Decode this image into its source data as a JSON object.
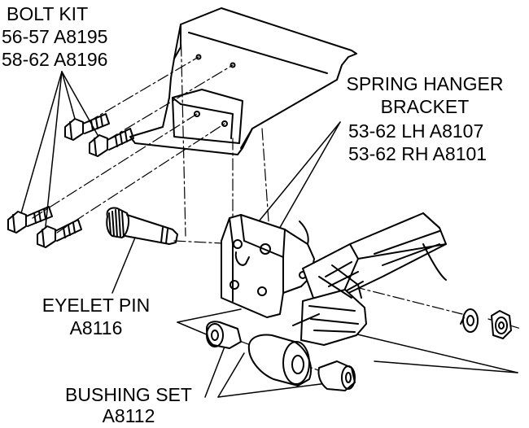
{
  "labels": {
    "bolt_kit": {
      "title": "BOLT KIT",
      "line1": "56-57  A8195",
      "line2": "58-62  A8196"
    },
    "spring_hanger": {
      "line1": "SPRING HANGER",
      "line2": "BRACKET",
      "line3": "53-62 LH A8107",
      "line4": "53-62 RH A8101"
    },
    "eyelet_pin": {
      "line1": "EYELET PIN",
      "line2": "A8116"
    },
    "bushing_set": {
      "line1": "BUSHING SET",
      "line2": "A8112"
    }
  },
  "colors": {
    "ink": "#000000",
    "paper": "#ffffff"
  }
}
